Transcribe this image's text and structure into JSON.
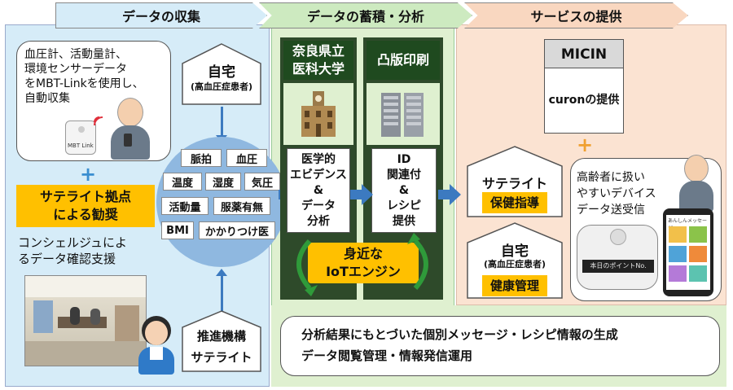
{
  "stages": {
    "collect": "データの収集",
    "store": "データの蓄積・分析",
    "service": "サービスの提供"
  },
  "collect": {
    "sensor_text": [
      "血圧計、活動量計、",
      "環境センサーデータ",
      "をMBT-Linkを使用し、",
      "自動収集"
    ],
    "device_label": "MBT Link",
    "home_title": "自宅",
    "home_sub": "(高血圧症患者)",
    "plus": "+",
    "satellite_label": [
      "サテライト拠点",
      "による勧奨"
    ],
    "concierge_text": [
      "コンシェルジュによ",
      "るデータ確認支援"
    ],
    "data_items": [
      "脈拍",
      "血圧",
      "温度",
      "湿度",
      "気圧",
      "活動量",
      "服薬有無",
      "BMI",
      "かかりつけ医"
    ],
    "promo_title": "推進機構",
    "promo_sub": "サテライト"
  },
  "store": {
    "nara_title": [
      "奈良県立",
      "医科大学"
    ],
    "nara_body": [
      "医学的",
      "エビデンス",
      "&",
      "データ",
      "分析"
    ],
    "toppan_title": "凸版印刷",
    "toppan_body": [
      "ID",
      "関連付",
      "&",
      "レシピ",
      "提供"
    ],
    "iot_label": [
      "身近な",
      "IoTエンジン"
    ]
  },
  "service": {
    "micin_title": "MICIN",
    "micin_body": "curonの提供",
    "plus": "+",
    "satellite_title": "サテライト",
    "satellite_sub": "保健指導",
    "home_title": "自宅",
    "home_sub": "(高血圧症患者)",
    "home_label": "健康管理",
    "elder_text": [
      "高齢者に扱い",
      "やすいデバイス",
      "データ送受信"
    ],
    "device_display": "本日のポイントNo.",
    "phone_header": "あんしんメッセージ"
  },
  "bottom_text": [
    "分析結果にもとづいた個別メッセージ・レシピ情報の生成",
    "データ閲覧管理・情報発信運用"
  ],
  "colors": {
    "blue_panel": "#d6ecf8",
    "green_panel": "#dff0d0",
    "peach_panel": "#fbe3d2",
    "accent_yellow": "#ffc000",
    "arrow_blue": "#3c7ac0"
  }
}
